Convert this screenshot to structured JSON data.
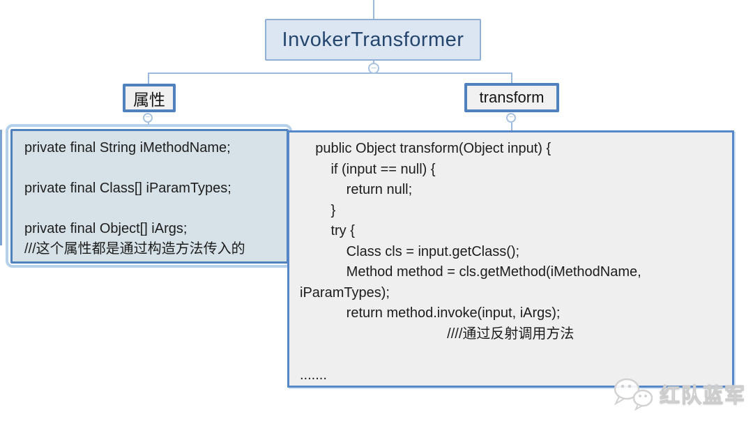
{
  "mindmap": {
    "root": {
      "label": "InvokerTransformer"
    },
    "collapse_glyph": "−",
    "attr_branch": {
      "label": "属性"
    },
    "method_branch": {
      "label": "transform"
    },
    "attr_code": {
      "lines": [
        "private final String iMethodName;",
        "",
        "private final Class[] iParamTypes;",
        "",
        "private final Object[] iArgs;",
        "///这个属性都是通过构造方法传入的"
      ]
    },
    "method_code": {
      "lines": [
        "    public Object transform(Object input) {",
        "        if (input == null) {",
        "            return null;",
        "        }",
        "        try {",
        "            Class cls = input.getClass();",
        "            Method method = cls.getMethod(iMethodName,",
        "iParamTypes);",
        "            return method.invoke(input, iArgs);",
        "                                      ////通过反射调用方法",
        "",
        "......."
      ]
    }
  },
  "watermark": {
    "text": "红队蓝军"
  },
  "colors": {
    "root_fill": "#dce6f2",
    "root_border": "#8fafd4",
    "root_text": "#24466e",
    "branch_border": "#4f81bd",
    "branch_fill": "#f1f1f1",
    "attr_block_fill": "#d7e2e8",
    "selection_outline": "#b5d0ea",
    "method_block_fill": "#efefef",
    "method_block_border": "#5687c8",
    "connector": "#9cb8dc"
  }
}
